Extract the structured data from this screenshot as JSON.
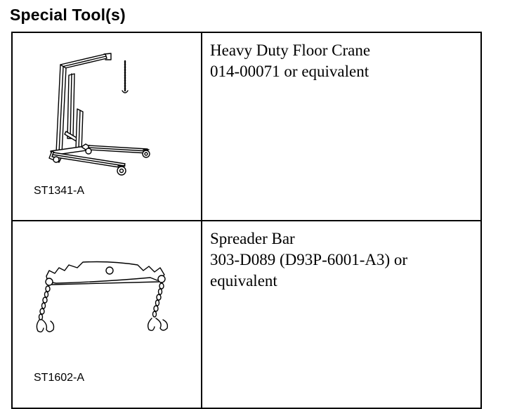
{
  "heading": "Special Tool(s)",
  "tools": [
    {
      "figure_code": "ST1341-A",
      "name": "Heavy Duty Floor Crane",
      "part_lines": [
        "014-00071 or equivalent"
      ],
      "icon": "floor-crane-illustration"
    },
    {
      "figure_code": "ST1602-A",
      "name": "Spreader Bar",
      "part_lines": [
        "303-D089 (D93P-6001-A3) or",
        "equivalent"
      ],
      "icon": "spreader-bar-illustration"
    }
  ]
}
